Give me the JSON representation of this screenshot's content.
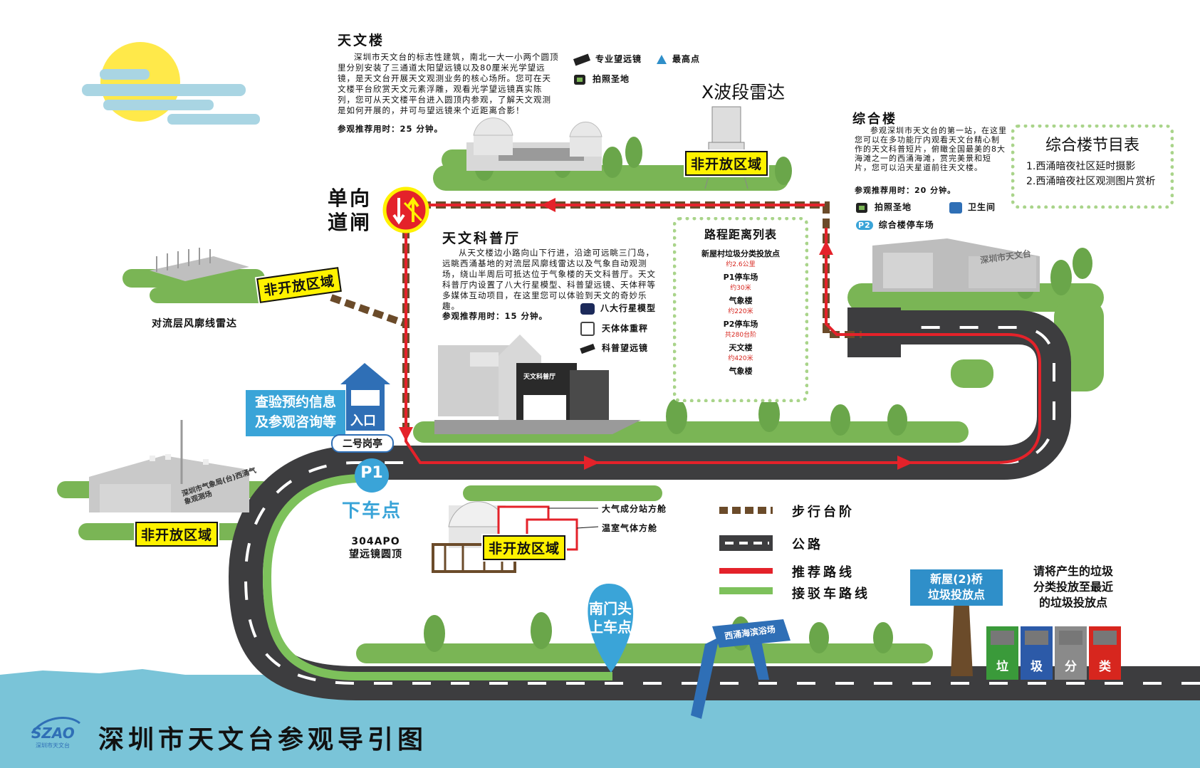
{
  "map_title": "深圳市天文台参观导引图",
  "logo": {
    "text": "SZAO",
    "subtext": "深圳市天文台"
  },
  "tianwenlou": {
    "title": "天文楼",
    "desc": "深圳市天文台的标志性建筑，南北一大一小两个圆顶里分别安装了三通道太阳望远镜以及80厘米光学望远镜，是天文台开展天文观测业务的核心场所。您可在天文楼平台欣赏天文元素浮雕，观看光学望远镜真实陈列，您可从天文楼平台进入圆顶内参观，了解天文观测是如何开展的，并可与望远镜来个近距离合影！",
    "time": "参观推荐用时：25 分钟。"
  },
  "top_legend": {
    "telescope": "专业望远镜",
    "highest": "最高点",
    "photo": "拍照圣地"
  },
  "xband_radar": "X波段雷达",
  "zonghelou": {
    "title": "综合楼",
    "desc": "参观深圳市天文台的第一站，在这里您可以在多功能厅内观看天文台精心制作的天文科普短片，俯瞰全国最美的8大海滩之一的西涌海滩，赏完美景和短片，您可以沿天星道前往天文楼。",
    "time": "参观推荐用时：20 分钟。",
    "photo": "拍照圣地",
    "toilet": "卫生间",
    "parking_badge": "P2",
    "parking": "综合楼停车场",
    "building_sign": "深圳市天文台"
  },
  "program": {
    "title": "综合楼节目表",
    "items": [
      "1.西涌暗夜社区延时摄影",
      "2.西涌暗夜社区观测图片赏析"
    ]
  },
  "gate": {
    "line1": "单向",
    "line2": "道闸"
  },
  "kepu": {
    "title": "天文科普厅",
    "desc": "从天文楼边小路向山下行进，沿途可远眺三门岛，远眺西涌基地的对流层风廓线雷达以及气象自动观测场，绕山半周后可抵达位于气象楼的天文科普厅。天文科普厅内设置了八大行星模型、科普望远镜、天体秤等多媒体互动项目，在这里您可以体验到天文的奇妙乐趣。",
    "time": "参观推荐用时：15 分钟。",
    "items": [
      "八大行星模型",
      "天体体重秤",
      "科普望远镜"
    ],
    "building_sign": "天文科普厅"
  },
  "distance": {
    "title": "路程距离列表",
    "stops": [
      "新屋村垃圾分类投放点",
      "P1停车场",
      "气象楼",
      "P2停车场",
      "天文楼",
      "气象楼"
    ],
    "gaps": [
      "约2.6公里",
      "约30米",
      "约220米",
      "共280台阶",
      "约420米"
    ]
  },
  "restricted": "非开放区域",
  "radar_left": "对流层风廓线雷达",
  "entrance": {
    "info_line1": "查验预约信息",
    "info_line2": "及参观咨询等",
    "label": "入口",
    "post": "二号岗亭"
  },
  "p1": {
    "badge": "P1",
    "label": "下车点"
  },
  "weather_station": "深圳市气象局(台)西涌气象观测场",
  "apo": {
    "line1": "304APO",
    "line2": "望远镜圆顶"
  },
  "cabins": {
    "cabin1": "大气成分站方舱",
    "cabin2": "温室气体方舱"
  },
  "south_stop": {
    "line1": "南门头",
    "line2": "上车点"
  },
  "beach_sign": "西涌海滨浴场",
  "trash_sign": {
    "line1": "新屋(2)桥",
    "line2": "垃圾投放点"
  },
  "trash_note": {
    "line1": "请将产生的垃圾",
    "line2": "分类投放至最近",
    "line3": "的垃圾投放点"
  },
  "bins": [
    "垃",
    "圾",
    "分",
    "类"
  ],
  "legend": {
    "steps": "步行台阶",
    "road": "公路",
    "recommended": "推荐路线",
    "shuttle": "接驳车路线"
  },
  "colors": {
    "road": "#3d3d3f",
    "red_route": "#e4222a",
    "green_route": "#7dc15b",
    "grass": "#7ab555",
    "sea": "#7ac4d8",
    "sign_blue": "#2f8fc9",
    "step_brown": "#6b4b2a"
  }
}
